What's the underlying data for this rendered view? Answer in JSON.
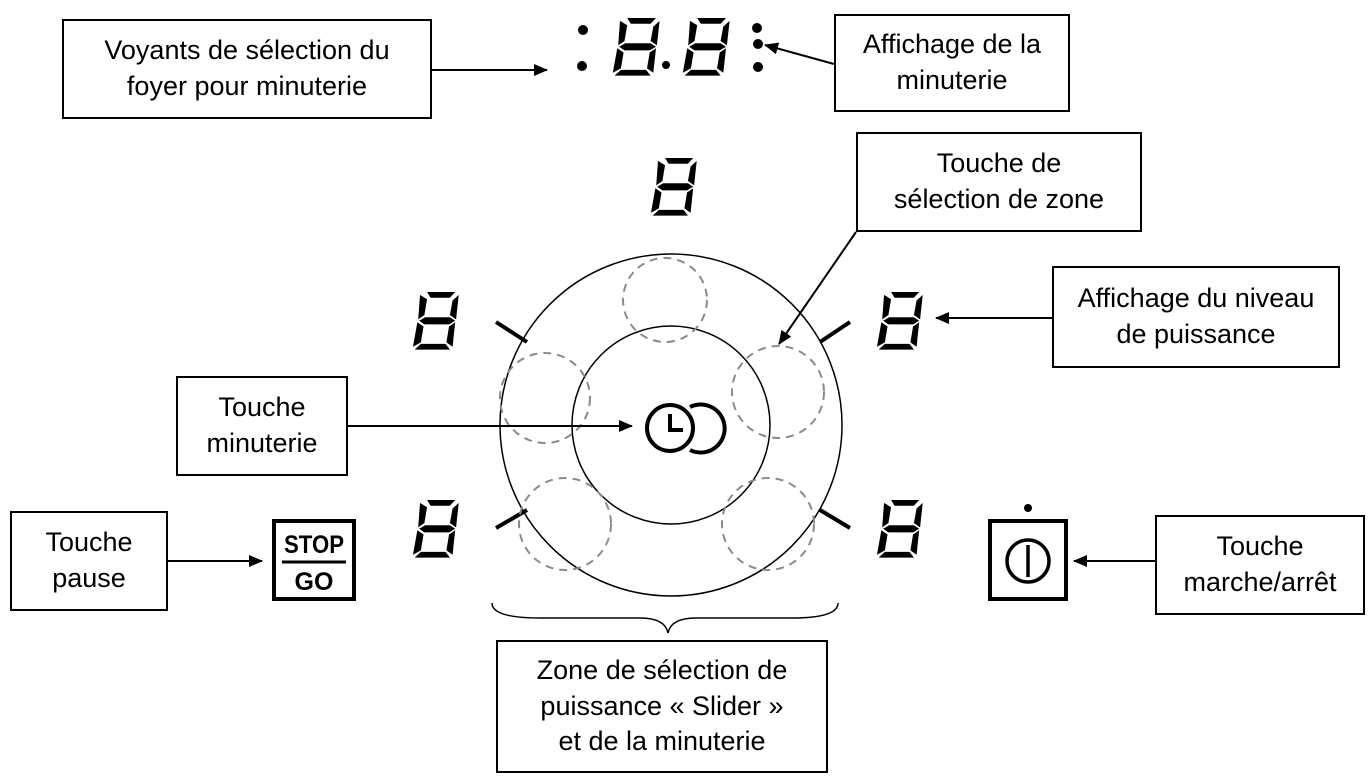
{
  "labels": {
    "selection_lights": "Voyants de sélection du\nfoyer pour minuterie",
    "timer_display": "Affichage de la\nminuterie",
    "zone_select_key": "Touche de\nsélection de zone",
    "power_display": "Affichage du niveau\nde puissance",
    "timer_key": "Touche\nminuterie",
    "pause_key": "Touche\npause",
    "onoff_key": "Touche\nmarche/arrêt",
    "slider_zone": "Zone de sélection de\npuissance «  Slider »\net de la minuterie"
  },
  "pause_button": {
    "stop_text": "STOP",
    "go_text": "GO"
  },
  "colors": {
    "line": "#000000",
    "dashed": "#8a8a8a"
  },
  "icons": [
    "clock-icon",
    "power-icon",
    "seven-segment-digit"
  ]
}
